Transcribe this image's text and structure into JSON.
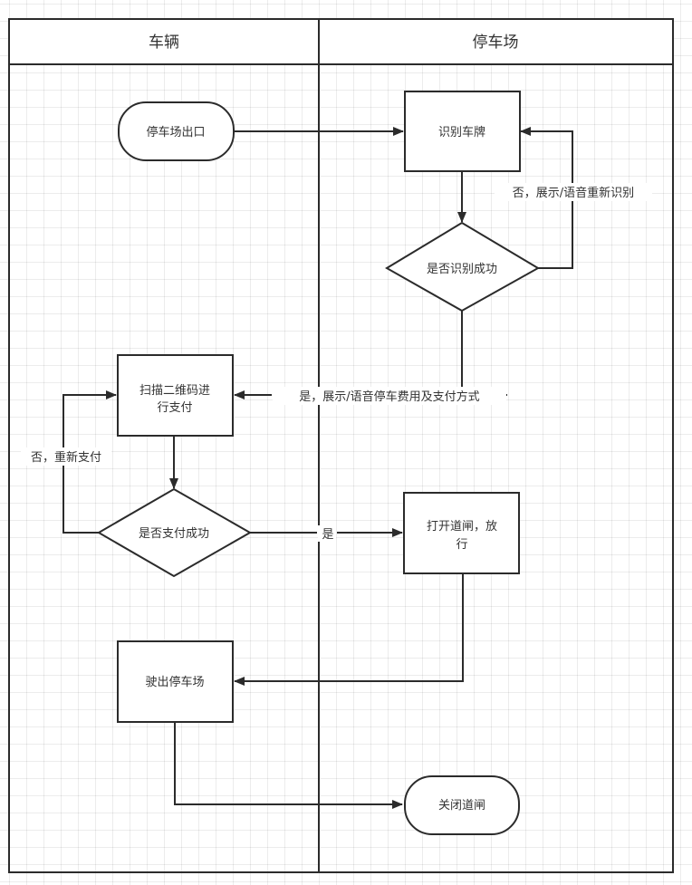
{
  "lanes": [
    {
      "id": "vehicle",
      "title": "车辆"
    },
    {
      "id": "parking",
      "title": "停车场"
    }
  ],
  "nodes": {
    "start": {
      "type": "terminal",
      "lane": "vehicle",
      "label": "停车场出口"
    },
    "recognize_plate": {
      "type": "process",
      "lane": "parking",
      "label": "识别车牌"
    },
    "recognize_ok": {
      "type": "decision",
      "lane": "parking",
      "label": "是否识别成功"
    },
    "scan_pay": {
      "type": "process",
      "lane": "vehicle",
      "label_lines": [
        "扫描二维码进",
        "行支付"
      ]
    },
    "pay_ok": {
      "type": "decision",
      "lane": "vehicle",
      "label": "是否支付成功"
    },
    "open_gate": {
      "type": "process",
      "lane": "parking",
      "label_lines": [
        "打开道闸，放",
        "行"
      ]
    },
    "drive_out": {
      "type": "process",
      "lane": "vehicle",
      "label": "驶出停车场"
    },
    "close_gate": {
      "type": "terminal",
      "lane": "parking",
      "label": "关闭道闸"
    }
  },
  "edges": [
    {
      "from": "start",
      "to": "recognize_plate",
      "label": ""
    },
    {
      "from": "recognize_plate",
      "to": "recognize_ok",
      "label": ""
    },
    {
      "from": "recognize_ok",
      "to": "recognize_plate",
      "label": "否，展示/语音重新识别"
    },
    {
      "from": "recognize_ok",
      "to": "scan_pay",
      "label": "是，展示/语音停车费用及支付方式"
    },
    {
      "from": "scan_pay",
      "to": "pay_ok",
      "label": ""
    },
    {
      "from": "pay_ok",
      "to": "scan_pay",
      "label": "否，重新支付"
    },
    {
      "from": "pay_ok",
      "to": "open_gate",
      "label": "是"
    },
    {
      "from": "open_gate",
      "to": "drive_out",
      "label": ""
    },
    {
      "from": "drive_out",
      "to": "close_gate",
      "label": ""
    }
  ],
  "colors": {
    "stroke": "#2b2b2b",
    "text": "#333333",
    "grid": "#e6e6e6",
    "fill": "#ffffff"
  }
}
